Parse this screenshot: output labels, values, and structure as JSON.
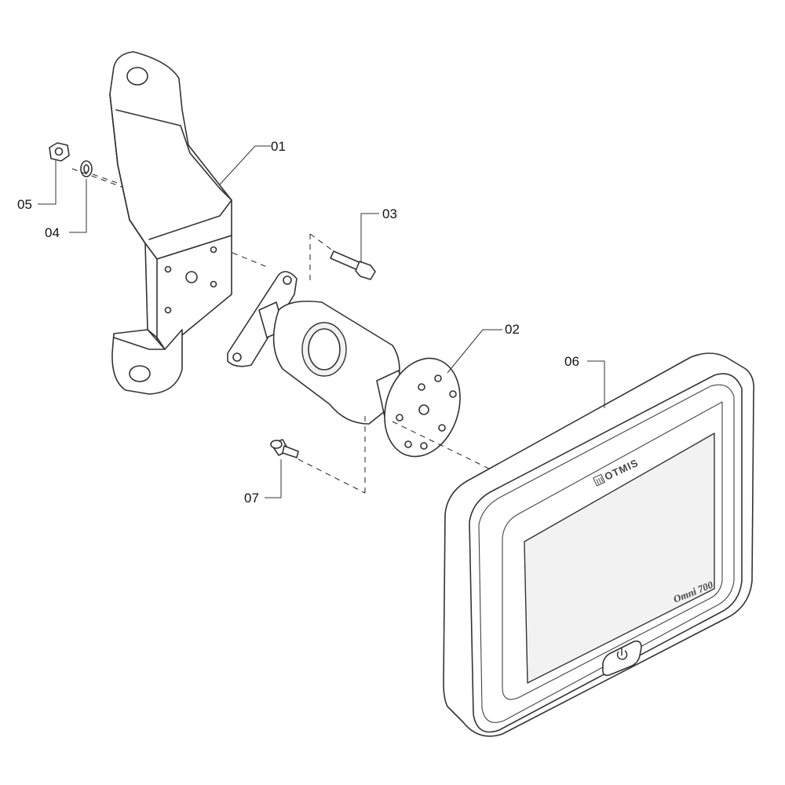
{
  "callouts": {
    "c01": "01",
    "c02": "02",
    "c03": "03",
    "c04": "04",
    "c05": "05",
    "c06": "06",
    "c07": "07"
  },
  "display": {
    "brand": "OTMIS",
    "model": "Omni 700",
    "power_icon": "power-icon"
  }
}
